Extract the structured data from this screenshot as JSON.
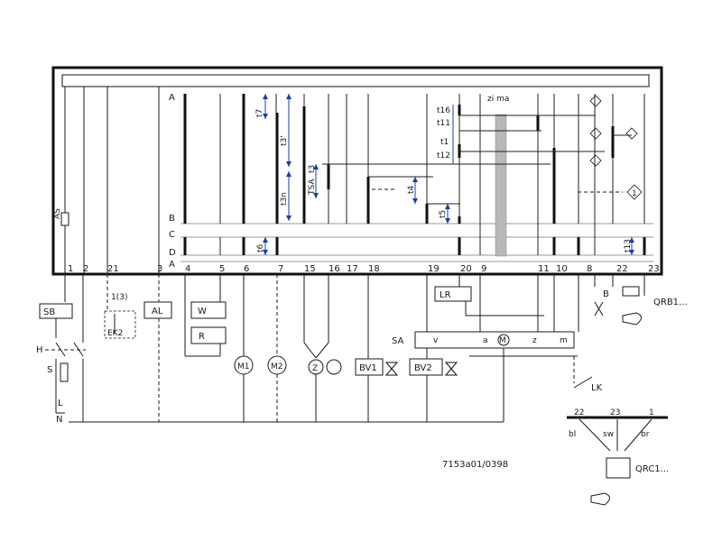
{
  "terminals": {
    "bottom": [
      "1",
      "2",
      "21",
      "3",
      "4",
      "5",
      "6",
      "7",
      "15",
      "16",
      "17",
      "18",
      "19",
      "20",
      "9",
      "11",
      "10",
      "8",
      "22",
      "23"
    ]
  },
  "rows": {
    "A_top": "A",
    "B": "B",
    "C": "C",
    "D": "D",
    "A_bottom": "A"
  },
  "relays": {
    "AS": "AS",
    "zi_ma": "zi ma"
  },
  "timing_labels": {
    "t7": "t7",
    "t3_prime": "t3'",
    "t3n": "t3n",
    "tsa": "TSA",
    "t3": "t3",
    "t4": "t4",
    "t5": "t5",
    "t6": "t6",
    "t16": "t16",
    "t11": "t11",
    "t1": "t1",
    "t12": "t12",
    "t13": "t13",
    "one_circle": "1"
  },
  "components": {
    "SB": "SB",
    "H": "H",
    "S": "S",
    "L": "L",
    "N": "N",
    "one_three": "1(3)",
    "EK2": "EK2",
    "AL": "AL",
    "W": "W",
    "R": "R",
    "M1": "M1",
    "M2": "M2",
    "Z": "Z",
    "BV1": "BV1",
    "BV2": "BV2",
    "LR": "LR",
    "SA": "SA",
    "sa_v": "v",
    "sa_a": "a",
    "sa_M": "M",
    "sa_z": "z",
    "sa_m": "m",
    "B": "B",
    "QRB1": "QRB1...",
    "LK": "LK",
    "QRC1": "QRC1...",
    "qrc_t22": "22",
    "qrc_t23": "23",
    "qrc_t1": "1",
    "qrc_bl": "bl",
    "qrc_sw": "sw",
    "qrc_br": "br"
  },
  "document_code": "7153a01/0398"
}
